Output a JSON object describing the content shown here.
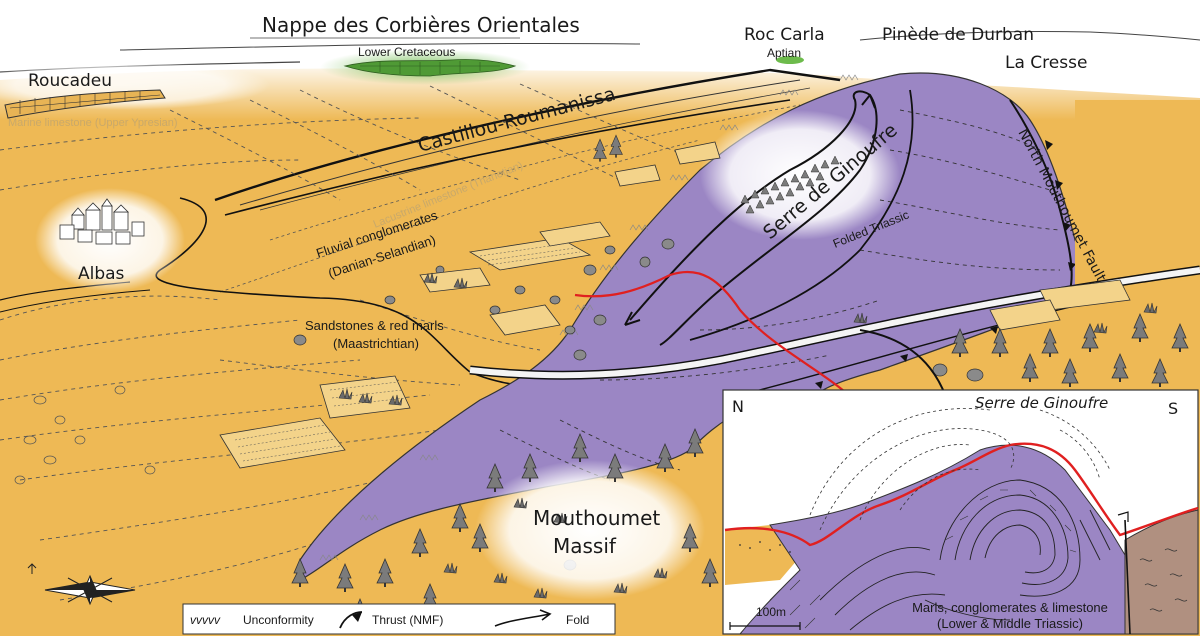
{
  "labels": {
    "nappe": "Nappe des Corbières Orientales",
    "lower_cretaceous": "Lower Cretaceous",
    "roc_carla": "Roc Carla",
    "aptian": "Aptian",
    "pinede": "Pinède de Durban",
    "la_cresse": "La Cresse",
    "roucadeu": "Roucadeu",
    "marine_limestone": "Marine limestone (Upper Ypresian)",
    "castillou": "Castillou-Roumanissa",
    "lacustrine": "Lacustrine limestone (Thanetian)",
    "fluvial": "Fluvial conglomerates",
    "fluvial_age": "(Danian-Selandian)",
    "albas": "Albas",
    "sandstones": "Sandstones & red marls",
    "sandstones_age": "(Maastrichtian)",
    "serre": "Serre de Ginoufre",
    "folded_triassic": "Folded Triassic",
    "north_fault": "North Mouthoumet Fault",
    "mouthoumet": "Mouthoumet",
    "massif": "Massif"
  },
  "inset": {
    "north": "N",
    "south": "S",
    "title": "Serre de Ginoufre",
    "scale": "100m",
    "caption1": "Marls, conglomerates & limestone",
    "caption2": "(Lower & Middle Triassic)"
  },
  "legend": {
    "unconformity_symbol": "vvvvv",
    "unconformity": "Unconformity",
    "thrust": "Thrust (NMF)",
    "fold": "Fold"
  },
  "colors": {
    "sediment": "#eeb955",
    "triassic": "#9b86c4",
    "cretaceous": "#6dbb4c",
    "fault": "#e02020",
    "basement": "#b09080"
  }
}
